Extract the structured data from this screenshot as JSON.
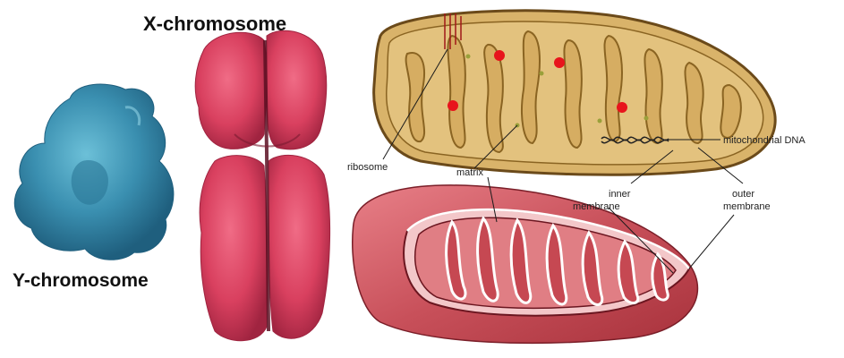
{
  "labels": {
    "x_chromosome": "X-chromosome",
    "y_chromosome": "Y-chromosome",
    "ribosome": "ribosome",
    "matrix": "matrix",
    "mitochondrial_dna": "mitochondrial DNA",
    "inner_membrane_line1": "inner",
    "inner_membrane_line2": "membrane",
    "outer_membrane_line1": "outer",
    "outer_membrane_line2": "membrane"
  },
  "colors": {
    "y_chromosome": "#3a8fb0",
    "x_chromosome": "#d9405f",
    "mito_cross_section": "#d9b36a",
    "mito_outline": "#6b4a1a",
    "ribosome_dot": "#e8141c",
    "mito_3d_outer": "#c8505a",
    "mito_3d_inner": "#e07e84"
  }
}
